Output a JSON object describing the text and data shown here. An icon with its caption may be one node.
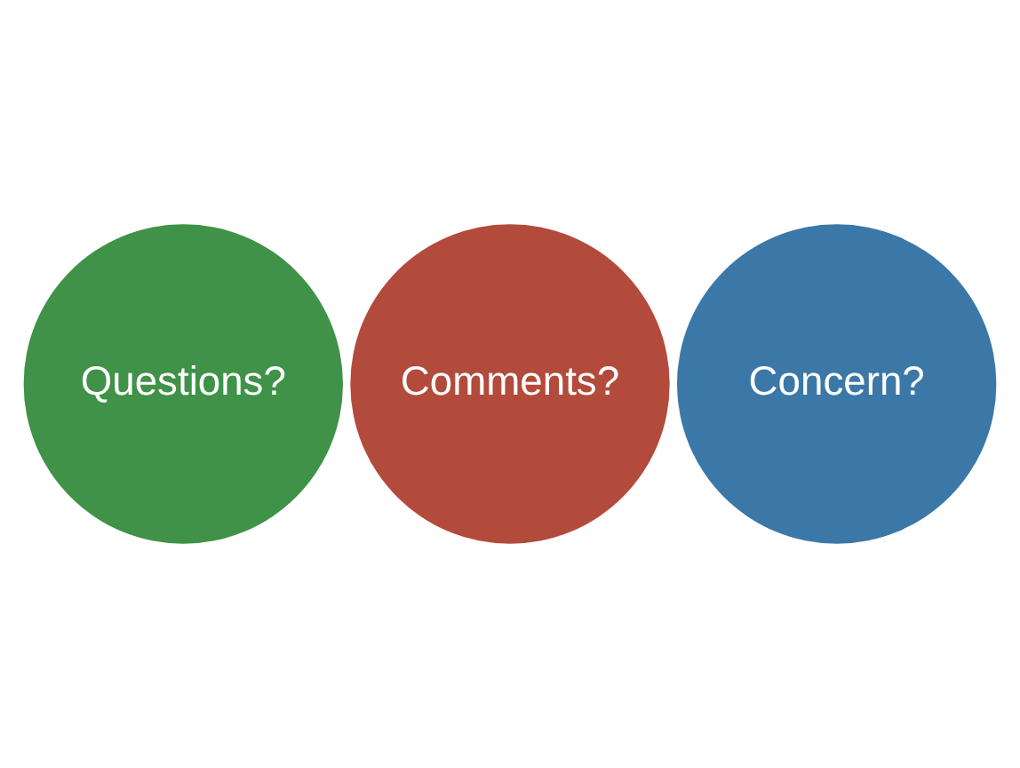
{
  "diagram": {
    "nodes": [
      {
        "text": [
          "Questions?"
        ]
      },
      {
        "text": [
          "Comments?"
        ]
      },
      {
        "text": [
          "Concern?"
        ]
      }
    ]
  }
}
